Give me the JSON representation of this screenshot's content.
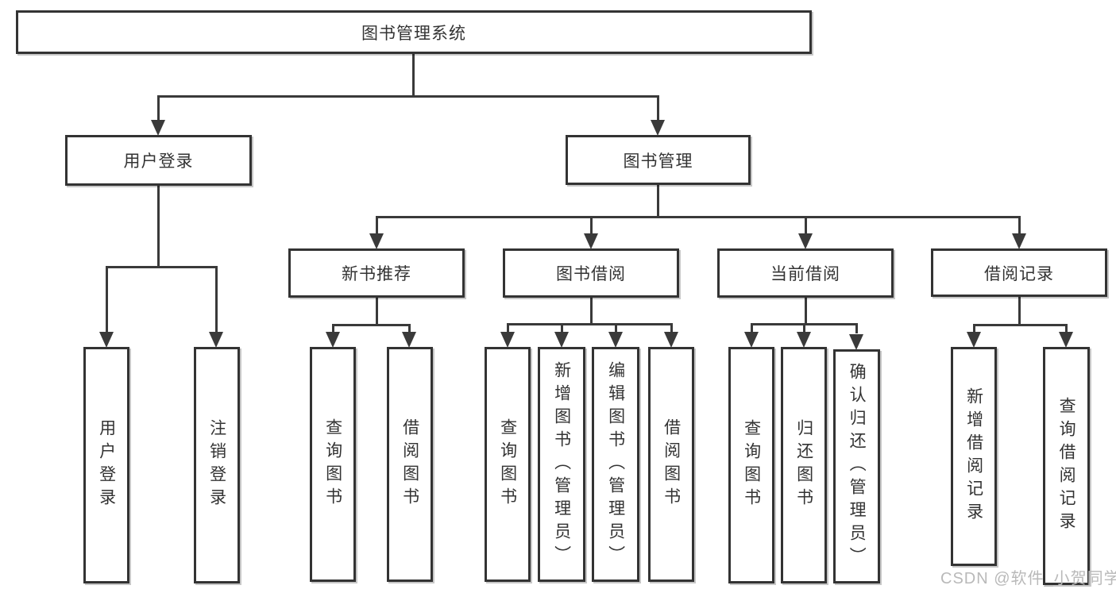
{
  "diagram": {
    "type": "tree",
    "root": {
      "label": "图书管理系统",
      "children": [
        {
          "label": "用户登录",
          "children": [
            {
              "label": "用户登录"
            },
            {
              "label": "注销登录"
            }
          ]
        },
        {
          "label": "图书管理",
          "children": [
            {
              "label": "新书推荐",
              "children": [
                {
                  "label": "查询图书"
                },
                {
                  "label": "借阅图书"
                }
              ]
            },
            {
              "label": "图书借阅",
              "children": [
                {
                  "label": "查询图书"
                },
                {
                  "label": "新增图书（管理员）"
                },
                {
                  "label": "编辑图书（管理员）"
                },
                {
                  "label": "借阅图书"
                }
              ]
            },
            {
              "label": "当前借阅",
              "children": [
                {
                  "label": "查询图书"
                },
                {
                  "label": "归还图书"
                },
                {
                  "label": "确认归还（管理员）"
                }
              ]
            },
            {
              "label": "借阅记录",
              "children": [
                {
                  "label": "新增借阅记录"
                },
                {
                  "label": "查询借阅记录"
                }
              ]
            }
          ]
        }
      ]
    },
    "colors": {
      "line": "#3a3a3a",
      "box_border": "#333333",
      "text": "#333333",
      "background": "#ffffff",
      "watermark": "#b9b9b9"
    }
  },
  "watermark": "CSDN @软件_小贺同学"
}
